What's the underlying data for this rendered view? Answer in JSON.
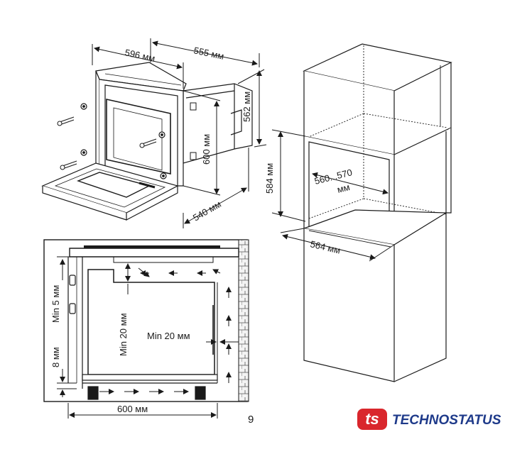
{
  "oven_dims": {
    "width": "596 мм",
    "depth": "555 мм",
    "height": "562 мм",
    "niche_height": "600 мм",
    "front_depth": "540 мм"
  },
  "cabinet_dims": {
    "niche_height": "584 мм",
    "niche_width_line1": "560...570",
    "niche_width_line2": "мм",
    "depth": "564 мм"
  },
  "install_dims": {
    "min_side": "Min 5 мм",
    "floor_gap": "8 мм",
    "min_front": "Min 20 мм",
    "min_rear": "Min 20 мм",
    "width": "600 мм"
  },
  "page_number": "9",
  "brand": {
    "logo_mark": "ts",
    "name": "TECHNOSTATUS",
    "color": "#d9262c"
  }
}
